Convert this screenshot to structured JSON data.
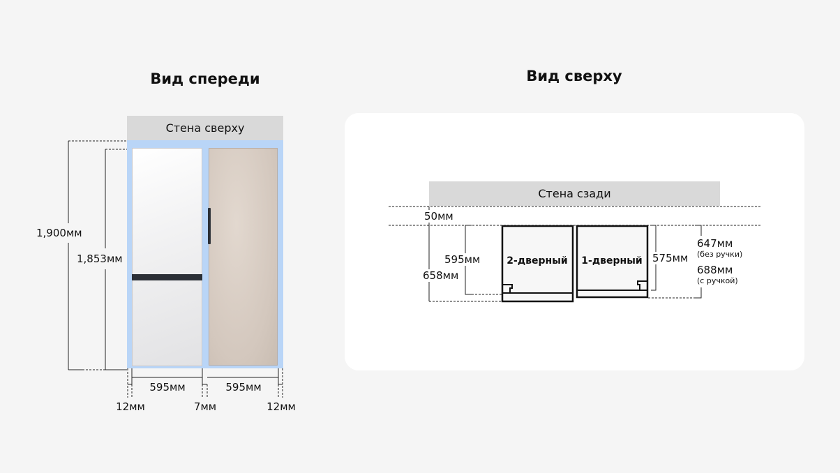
{
  "front": {
    "title": "Вид спереди",
    "wall_label": "Стена сверху",
    "height_total": "1,900мм",
    "height_fridge": "1,853мм",
    "width_left": "595мм",
    "width_right": "595мм",
    "gap_left": "12мм",
    "gap_middle": "7мм",
    "gap_right": "12мм",
    "colors": {
      "clearance": "#b9d5f7",
      "fridge_white": "#e4e4e6",
      "fridge_beige": "#d6cbc2"
    }
  },
  "top": {
    "title": "Вид сверху",
    "wall_label": "Стена сзади",
    "wall_gap": "50мм",
    "depth_total": "658мм",
    "depth_2door": "595мм",
    "label_2door": "2-дверный",
    "label_1door": "1-дверный",
    "depth_1door": "575мм",
    "depth_no_handle": "647мм",
    "no_handle_note": "(без ручки)",
    "depth_with_handle": "688мм",
    "with_handle_note": "(с ручкой)"
  }
}
